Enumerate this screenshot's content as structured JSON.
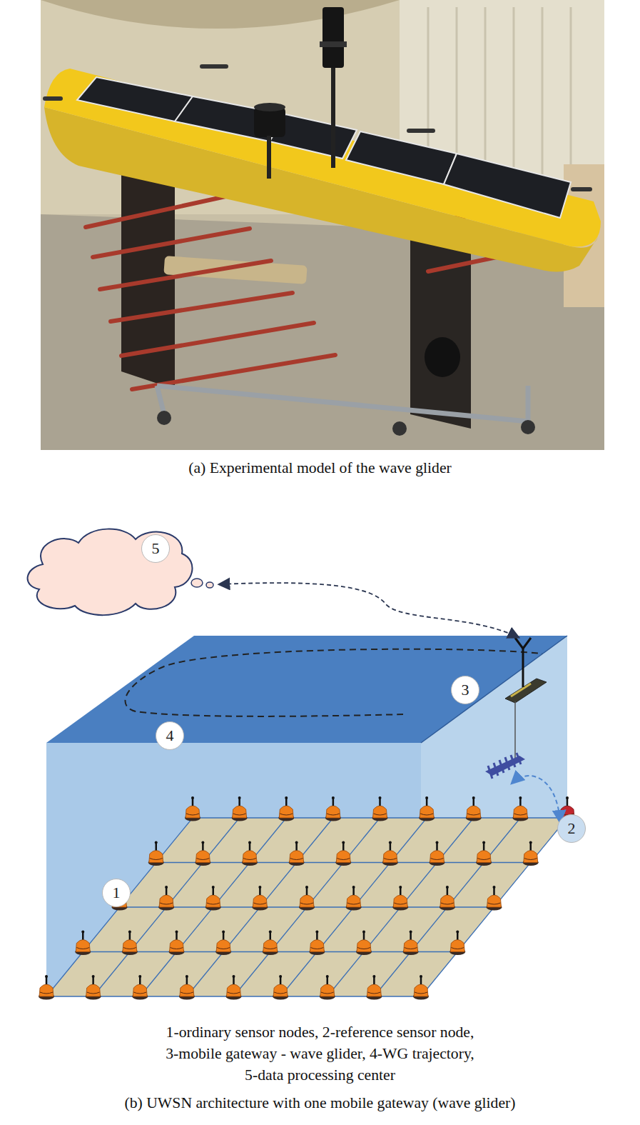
{
  "diagram": {
    "nodes": [
      {
        "text": [
          "5"
        ]
      },
      {
        "text": [
          "3"
        ]
      },
      {
        "text": [
          "4"
        ]
      },
      {
        "text": [
          "2"
        ]
      },
      {
        "text": [
          "1"
        ]
      }
    ],
    "labels": [
      "(a) Experimental model of the wave glider",
      "1-ordinary sensor nodes, 2-reference sensor node,",
      "3-mobile gateway - wave glider, 4-WG trajectory,",
      "5-data processing center",
      "(b) UWSN architecture with one mobile gateway (wave glider)"
    ]
  }
}
